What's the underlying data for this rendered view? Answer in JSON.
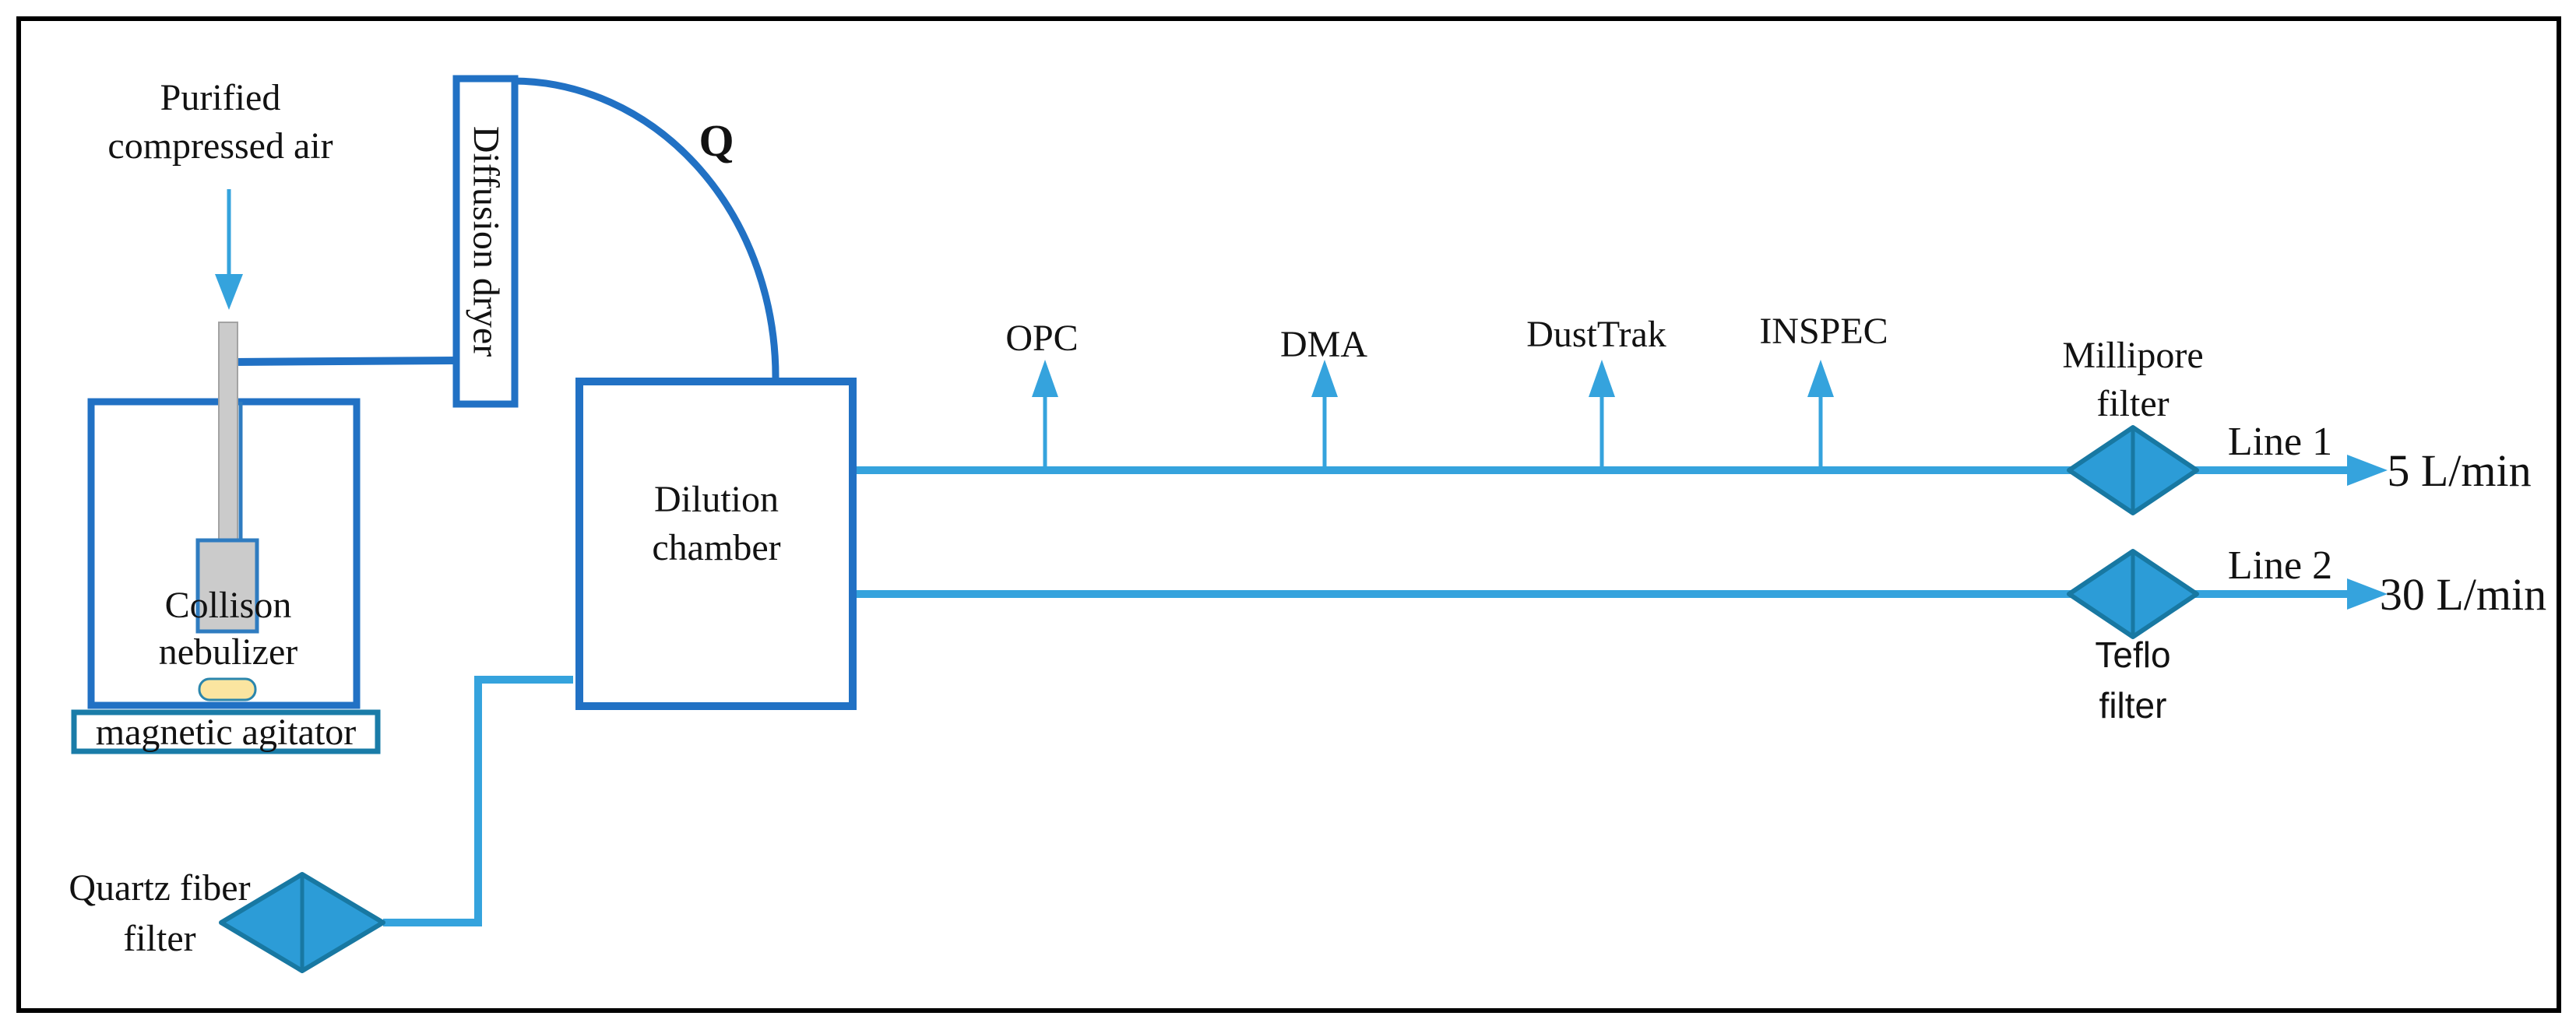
{
  "diagram": {
    "labels": {
      "purified_air_1": "Purified",
      "purified_air_2": "compressed air",
      "diffusion_dryer": "Diffusion dryer",
      "flow_q": "Q",
      "collison_1": "Collison",
      "collison_2": "nebulizer",
      "magnetic_agitator": "magnetic agitator",
      "dilution_1": "Dilution",
      "dilution_2": "chamber",
      "quartz_1": "Quartz fiber",
      "quartz_2": "filter",
      "millipore_1": "Millipore",
      "millipore_2": "filter",
      "teflo_1": "Teflo",
      "teflo_2": "filter",
      "line1": "Line 1",
      "line1_flow": "5 L/min",
      "line2": "Line 2",
      "line2_flow": "30 L/min"
    },
    "instruments": [
      {
        "label": "OPC"
      },
      {
        "label": "DMA"
      },
      {
        "label": "DustTrak"
      },
      {
        "label": "INSPEC"
      }
    ],
    "colors": {
      "component_blue": "#2171C4",
      "flow_blue": "#35A3DD",
      "filter_diamond_fill": "#2C9CD7",
      "filter_diamond_stroke": "#1878A2",
      "agitator_border": "#1A7CA8",
      "stir_bar_fill": "#FBE5A0",
      "nebulizer_gray": "#CBCBCB",
      "frame_black": "#000000",
      "text_black": "#121212"
    }
  }
}
